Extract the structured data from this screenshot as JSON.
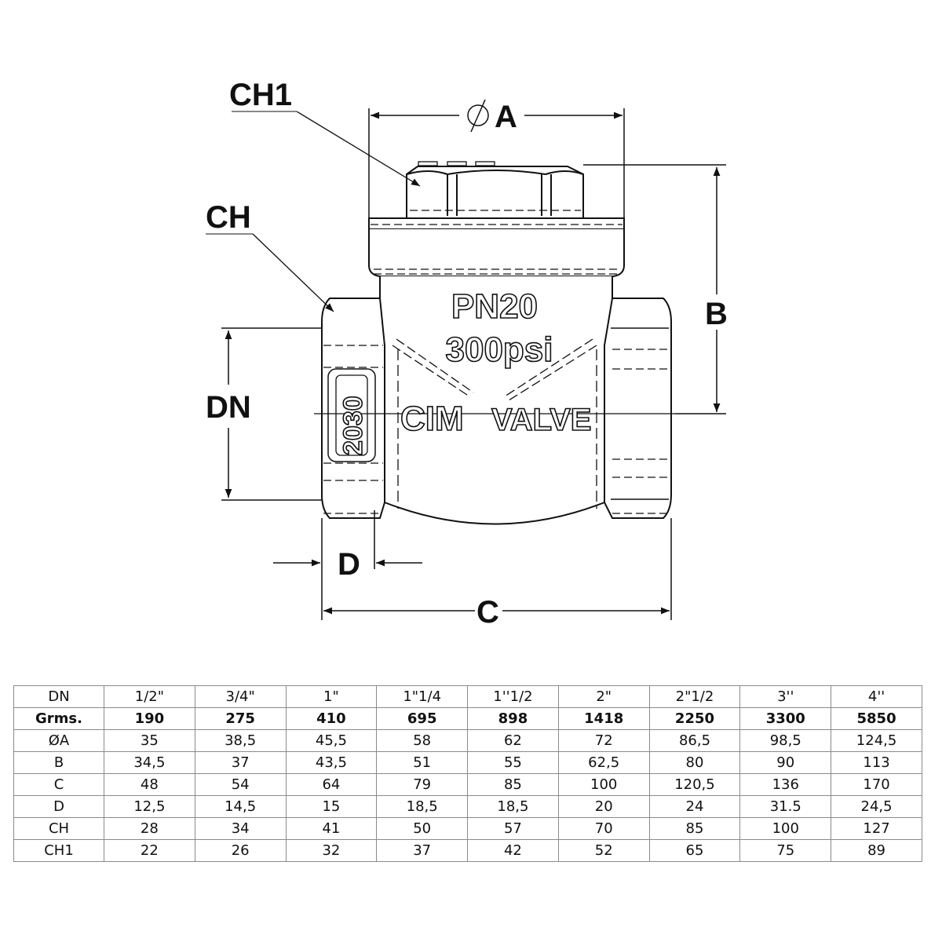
{
  "drawing": {
    "title": "Swing check valve dimensional drawing",
    "labels": {
      "ch1": "CH1",
      "ch": "CH",
      "phi_a": "A",
      "phi_symbol": "Ø",
      "b": "B",
      "dn": "DN",
      "d": "D",
      "c": "C"
    },
    "body_markings": {
      "pressure": "PN20",
      "pressure_psi": "300psi",
      "brand_left": "CIM",
      "brand_right": "VALVE",
      "model": "2030"
    }
  },
  "table": {
    "rows": [
      {
        "label": "DN",
        "bold": false,
        "values": [
          "1/2\"",
          "3/4\"",
          "1\"",
          "1\"1/4",
          "1''1/2",
          "2\"",
          "2\"1/2",
          "3''",
          "4''"
        ]
      },
      {
        "label": "Grms.",
        "bold": true,
        "values": [
          "190",
          "275",
          "410",
          "695",
          "898",
          "1418",
          "2250",
          "3300",
          "5850"
        ]
      },
      {
        "label": "ØA",
        "bold": false,
        "values": [
          "35",
          "38,5",
          "45,5",
          "58",
          "62",
          "72",
          "86,5",
          "98,5",
          "124,5"
        ]
      },
      {
        "label": "B",
        "bold": false,
        "values": [
          "34,5",
          "37",
          "43,5",
          "51",
          "55",
          "62,5",
          "80",
          "90",
          "113"
        ]
      },
      {
        "label": "C",
        "bold": false,
        "values": [
          "48",
          "54",
          "64",
          "79",
          "85",
          "100",
          "120,5",
          "136",
          "170"
        ]
      },
      {
        "label": "D",
        "bold": false,
        "values": [
          "12,5",
          "14,5",
          "15",
          "18,5",
          "18,5",
          "20",
          "24",
          "31.5",
          "24,5"
        ]
      },
      {
        "label": "CH",
        "bold": false,
        "values": [
          "28",
          "34",
          "41",
          "50",
          "57",
          "70",
          "85",
          "100",
          "127"
        ]
      },
      {
        "label": "CH1",
        "bold": false,
        "values": [
          "22",
          "26",
          "32",
          "37",
          "42",
          "52",
          "65",
          "75",
          "89"
        ]
      }
    ]
  }
}
